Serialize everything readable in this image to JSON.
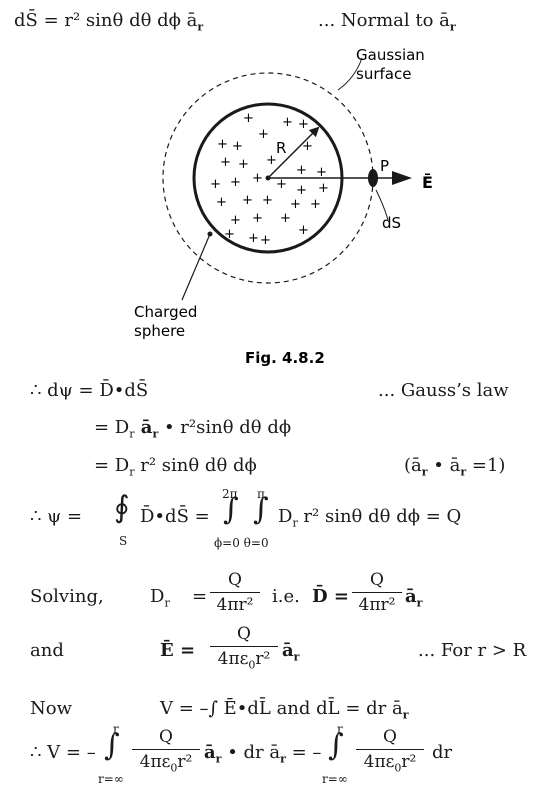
{
  "eq_ds": {
    "lhs": "dS̄ = r² sinθ dθ dϕ ā",
    "sub": "r",
    "note": "... Normal to ā",
    "note_sub": "r"
  },
  "figure": {
    "gaussian_label_1": "Gaussian",
    "gaussian_label_2": "surface",
    "radius_label": "R",
    "point_label": "P",
    "field_label": "Ē",
    "ds_label": "dS",
    "sphere_label_1": "Charged",
    "sphere_label_2": "sphere",
    "plus": "+",
    "caption": "Fig. 4.8.2"
  },
  "gauss": {
    "line1": "∴  dψ  =  D̄•dS̄",
    "line1_note": "... Gauss’s law",
    "line2": "=  D",
    "line2_rest": " ā",
    "line2_tail": " • r²sinθ dθ dϕ",
    "line3": "=  D",
    "line3_rest": " r² sinθ dθ dϕ",
    "line3_note": "(ā",
    "line3_note_mid": " • ā",
    "line3_note_end": " =1)",
    "sub_r": "r"
  },
  "psi": {
    "lhs": "∴    ψ  =",
    "oint": "∮",
    "oint_sub": "S",
    "mid": "D̄•dS̄ =",
    "int": "∫",
    "upper1": "2π",
    "upper2": "π",
    "lower": "ϕ=0 θ=0",
    "rhs": "D",
    "rhs_rest": " r² sinθ dθ dϕ = Q",
    "sub_r": "r"
  },
  "solving": {
    "label": "Solving,",
    "lhs": "D",
    "sub_r": "r",
    "eq": "=",
    "num": "Q",
    "den": "4πr²",
    "ie": "i.e.",
    "d_vec": "D̄ =",
    "num2": "Q",
    "den2": "4πr²",
    "a": "ā",
    "a_sub": "r"
  },
  "field": {
    "label": "and",
    "lhs": "Ē  =",
    "num": "Q",
    "den": "4πε",
    "den_sub": "0",
    "den_end": "r²",
    "a": "ā",
    "a_sub": "r",
    "note": "... For r > R"
  },
  "potential": {
    "label": "Now",
    "eq": "V  =  –∫ Ē•dL̄  and  dL̄ = dr ā",
    "sub_r": "r"
  },
  "final": {
    "lhs": "∴ V = –",
    "int": "∫",
    "upper": "r",
    "lower": "r=∞",
    "num": "Q",
    "den": "4πε",
    "den_sub": "0",
    "den_end": "r²",
    "mid": "ā",
    "mid_sub": "r",
    "mid_rest": " • dr ā",
    "mid_rest_sub": "r",
    "eq2": " = –",
    "int2": "∫",
    "upper2": "r",
    "lower2": "r=∞",
    "num2": "Q",
    "den2": "4πε",
    "den2_sub": "0",
    "den2_end": "r²",
    "tail": "dr"
  }
}
